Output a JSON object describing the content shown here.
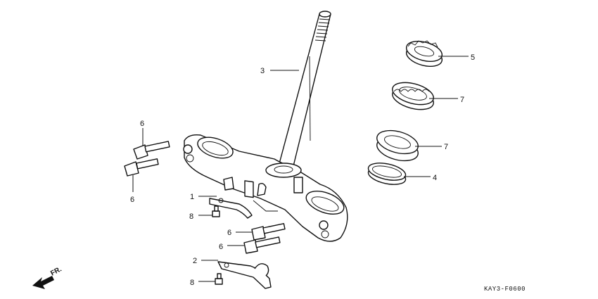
{
  "callouts": {
    "c3": "3",
    "c5": "5",
    "c7a": "7",
    "c7b": "7",
    "c4": "4",
    "c6_top": "6",
    "c6_left": "6",
    "c1": "1",
    "c8_top": "8",
    "c6_mid": "6",
    "c6_low": "6",
    "c2": "2",
    "c8_bottom": "8"
  },
  "direction_label": "FR.",
  "diagram_code": "KAY3-F0600"
}
